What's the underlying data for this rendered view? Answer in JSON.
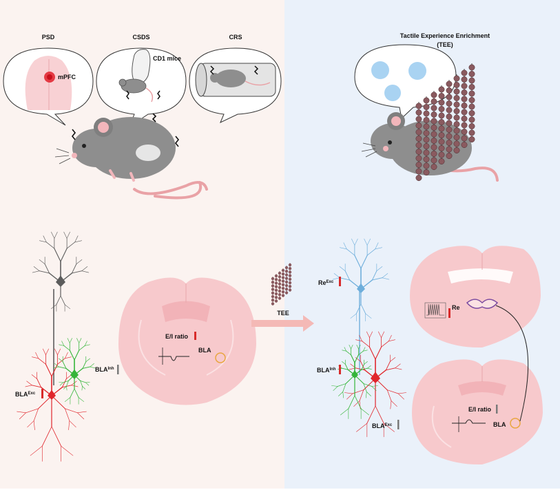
{
  "colors": {
    "left_bg": "#fbf3f0",
    "right_bg": "#eaf1fa",
    "brain": "#f7c9cc",
    "brain_inner": "#fbe1e3",
    "mouse": "#8e8e8e",
    "mouse_dark": "#6d6d6d",
    "tail": "#e9a2a6",
    "exc_red": "#e0262c",
    "inh_green": "#35b53a",
    "re_blue": "#6eaedb",
    "neuron_gray": "#5c5c5c",
    "bead": "#8a5a5f",
    "arrow": "#f4b9b6",
    "up_bar": "#d82b2b",
    "down_bar": "#7a7a7a",
    "cloud": "#a9d3f2",
    "re_outline": "#7b4aa0"
  },
  "stress": {
    "psd": "PSD",
    "csds": "CSDS",
    "crs": "CRS",
    "mpfc": "mPFC",
    "cd1": "CD1 mice"
  },
  "tee": {
    "title_line1": "Tactile Experience Enrichment",
    "title_line2": "(TEE)",
    "arrow_label": "TEE"
  },
  "left": {
    "bla_exc": "BLA",
    "bla_exc_sup": "Exc",
    "bla_inh": "BLA",
    "bla_inh_sup": "Inh",
    "ei_ratio": "E/I ratio",
    "bla": "BLA"
  },
  "right": {
    "re_neuron": "Re",
    "re_neuron_sup": "Exc",
    "bla_inh": "BLA",
    "bla_inh_sup": "Inh",
    "bla_exc": "BLA",
    "bla_exc_sup": "Exc",
    "re": "Re",
    "ei_ratio": "E/I ratio",
    "bla": "BLA"
  }
}
